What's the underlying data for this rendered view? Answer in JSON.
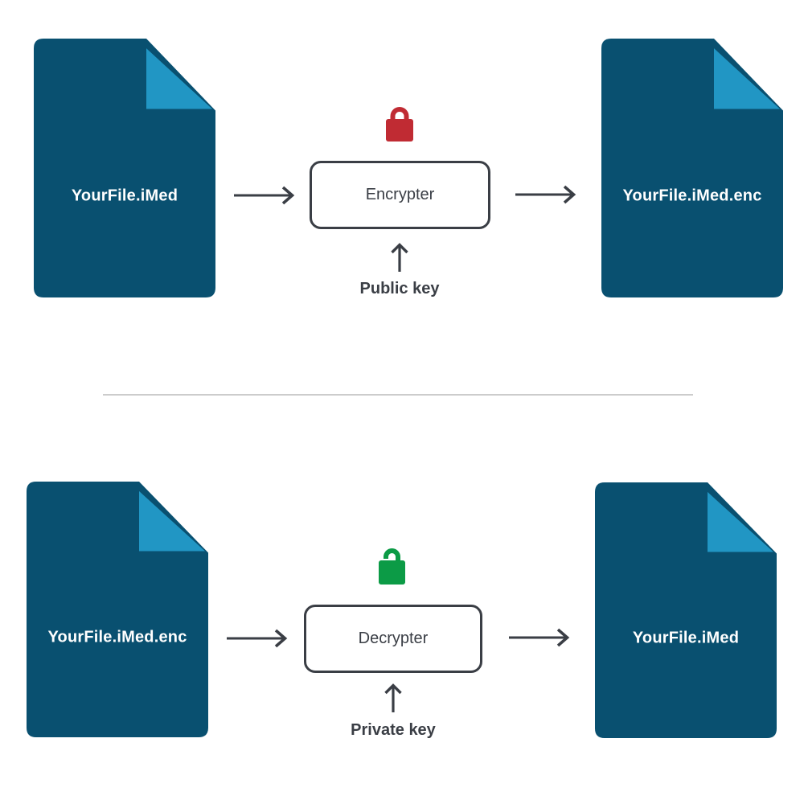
{
  "colors": {
    "background": "#FFFFFF",
    "file_body": "#095070",
    "file_fold": "#2196C4",
    "outline": "#3A3E45",
    "locked_red": "#C02B33",
    "unlocked_green": "#0C9B46",
    "divider": "#CCCCCC"
  },
  "rows": [
    {
      "input_file": "YourFile.iMed",
      "processor": "Encrypter",
      "key_label": "Public key",
      "output_file": "YourFile.iMed.enc",
      "lock_icon": "closed-padlock"
    },
    {
      "input_file": "YourFile.iMed.enc",
      "processor": "Decrypter",
      "key_label": "Private key",
      "output_file": "YourFile.iMed",
      "lock_icon": "open-padlock"
    }
  ]
}
